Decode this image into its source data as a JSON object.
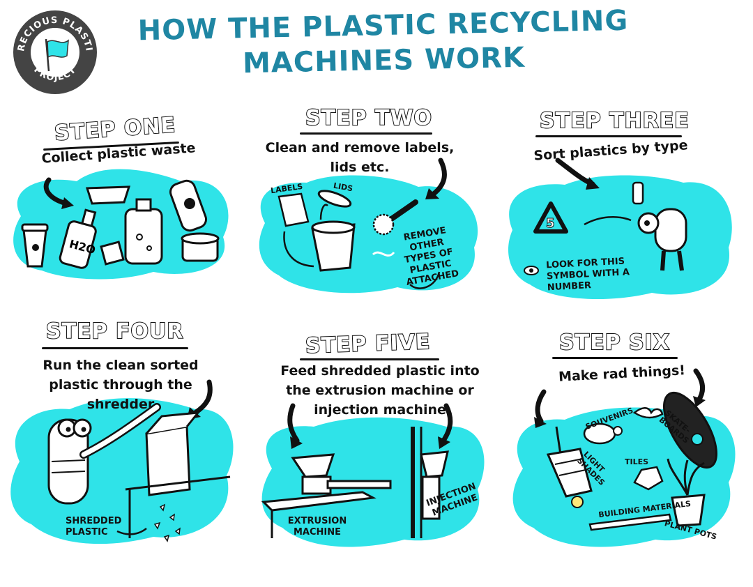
{
  "logo": {
    "line1": "PRECIOUS PLASTIC",
    "line2": "PROJECT"
  },
  "title": {
    "line1": "HOW THE PLASTIC RECYCLING",
    "line2": "MACHINES WORK"
  },
  "colors": {
    "accent": "#2fe3e8",
    "title": "#1f86a3",
    "ink": "#111111"
  },
  "steps": [
    {
      "heading": "STEP ONE",
      "text": "Collect plastic waste"
    },
    {
      "heading": "STEP TWO",
      "text": "Clean and remove labels, lids etc.",
      "labels": {
        "labels": "LABELS",
        "lids": "LIDS",
        "remove": "REMOVE OTHER TYPES OF PLASTIC ATTACHED"
      }
    },
    {
      "heading": "STEP THREE",
      "text": "Sort plastics by type",
      "labels": {
        "symbol_number": "5",
        "look": "LOOK FOR THIS SYMBOL WITH A NUMBER"
      }
    },
    {
      "heading": "STEP FOUR",
      "text": "Run the clean sorted plastic through the shredder",
      "labels": {
        "shredded": "SHREDDED PLASTIC"
      }
    },
    {
      "heading": "STEP FIVE",
      "text": "Feed shredded plastic into the extrusion machine or injection machine",
      "labels": {
        "extrusion": "EXTRUSION MACHINE",
        "injection": "INJECTION MACHINE"
      }
    },
    {
      "heading": "STEP SIX",
      "text": "Make rad things!",
      "labels": {
        "souvenirs": "SOUVENIRS",
        "skateboards": "SKATE-BOARDS",
        "light_shades": "LIGHT SHADES",
        "tiles": "TILES",
        "building": "BUILDING MATERIALS",
        "plant_pots": "PLANT POTS"
      }
    }
  ],
  "bottle_text": "H2O"
}
